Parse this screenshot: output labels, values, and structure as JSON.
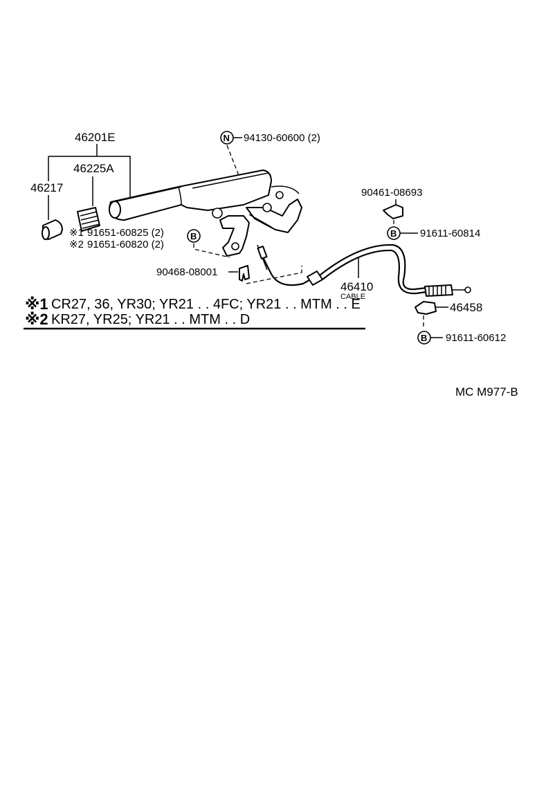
{
  "diagram": {
    "labels": {
      "lever_assembly": "46201E",
      "grip": "46225A",
      "knob": "46217",
      "lever_bolt": "94130-60600 (2)",
      "bolt_marked_1": "91651-60825 (2)",
      "bolt_marked_2": "91651-60820 (2)",
      "retainer_clip": "90468-08001",
      "cable": "46410",
      "cable_caption": "CABLE",
      "upper_clamp": "90461-08693",
      "upper_bolt": "91611-60814",
      "lower_clamp": "46458",
      "lower_bolt": "91611-60612"
    },
    "callout_letters": {
      "n": "N",
      "b": "B"
    },
    "marker_1": "※1",
    "marker_2": "※2",
    "notes": [
      {
        "mark": "※1",
        "text": "CR27, 36, YR30; YR21 . . 4FC; YR21 . . MTM . . E"
      },
      {
        "mark": "※2",
        "text": "KR27, YR25; YR21 . . MTM . . D"
      }
    ],
    "figure_code": "MC M977-B"
  }
}
